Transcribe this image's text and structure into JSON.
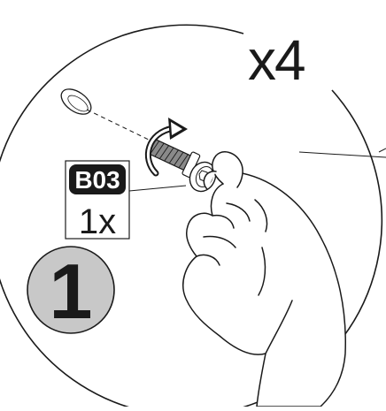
{
  "diagram": {
    "multiplier_text": "x4",
    "part_code": "B03",
    "part_quantity": "1x",
    "step_number": "1"
  },
  "colors": {
    "line": "#1a1a1a",
    "badge_fill": "#1a1a1a",
    "badge_text": "#ffffff",
    "step_circle_fill": "#c8c8c8",
    "bolt_thread": "#8a8a8a",
    "background": "#ffffff"
  },
  "icons": {
    "rotation": "clockwise-arrow-icon",
    "hand": "hand-icon",
    "bolt": "hex-bolt-icon",
    "hole": "hole-icon"
  }
}
